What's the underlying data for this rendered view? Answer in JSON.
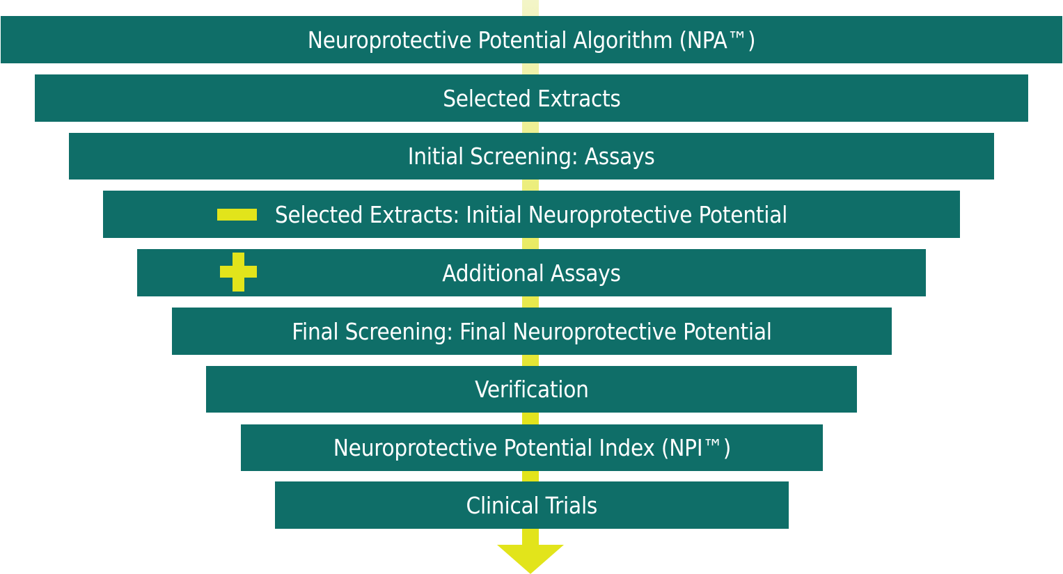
{
  "colors": {
    "box_fill": "#0f6e68",
    "box_text": "#ffffff",
    "accent": "#e2e41b",
    "spine_faded": "#f3f5c8"
  },
  "icons": {
    "minus": "minus-icon",
    "plus": "plus-icon",
    "arrow": "arrow-down-icon"
  },
  "steps": [
    "Neuroprotective Potential Algorithm (NPA™)",
    "Selected Extracts",
    "Initial Screening: Assays",
    "Selected Extracts: Initial Neuroprotective Potential",
    "Additional Assays",
    "Final Screening: Final Neuroprotective Potential",
    "Verification",
    "Neuroprotective Potential Index (NPI™)",
    "Clinical Trials"
  ]
}
